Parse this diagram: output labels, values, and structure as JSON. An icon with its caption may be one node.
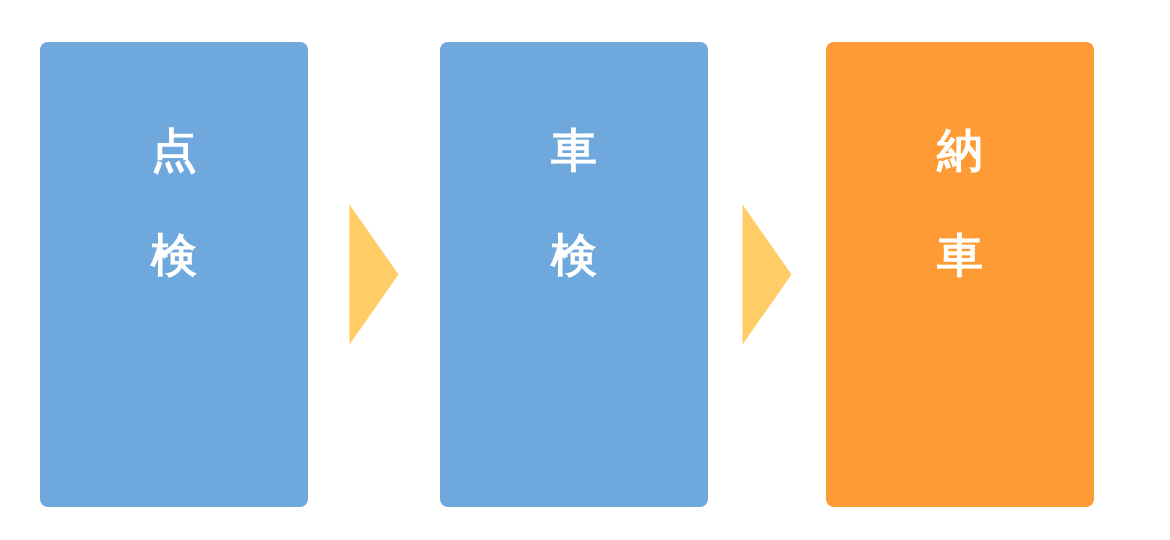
{
  "diagram": {
    "nodes": [
      {
        "text": [
          "点検"
        ]
      },
      {
        "text": [
          "車検"
        ]
      },
      {
        "text": [
          "納車"
        ]
      }
    ],
    "edges": [
      {
        "from": 0,
        "to": 1,
        "arrow": "to"
      },
      {
        "from": 1,
        "to": 2,
        "arrow": "to"
      }
    ]
  }
}
